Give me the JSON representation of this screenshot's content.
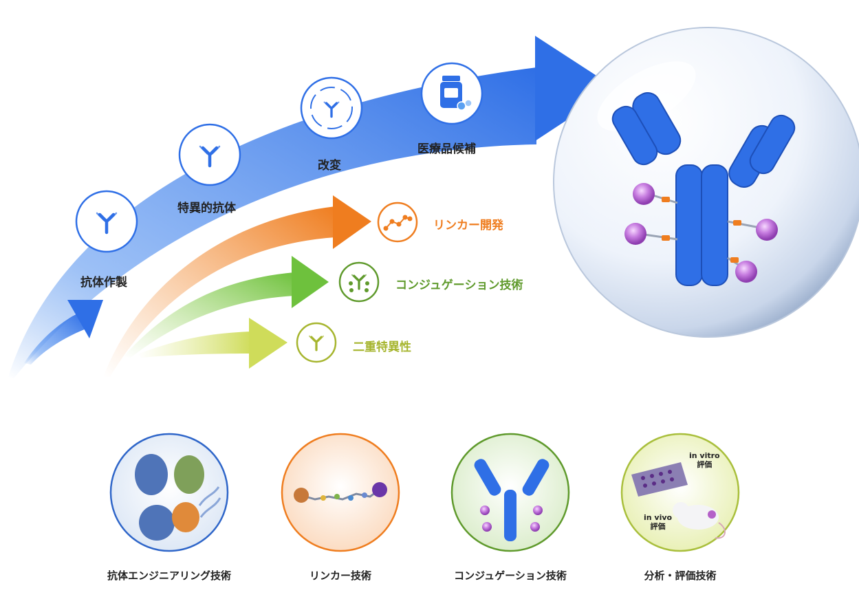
{
  "main_arrow": {
    "steps": [
      {
        "label": "抗体作製",
        "icon": "antibody-icon"
      },
      {
        "label": "特異的抗体",
        "icon": "antibody-icon"
      },
      {
        "label": "改変",
        "icon": "antibody-cycle-icon"
      },
      {
        "label": "医療品候補",
        "icon": "medicine-bottle-icon"
      }
    ],
    "color": "#2f7be8"
  },
  "branches": [
    {
      "label": "リンカー開発",
      "icon": "linker-chain-icon",
      "color": "#ef7d1f"
    },
    {
      "label": "コンジュゲーション技術",
      "icon": "conjugated-antibody-icon",
      "color": "#5f9a2c"
    },
    {
      "label": "二重特異性",
      "icon": "bispecific-antibody-icon",
      "color": "#a6b52e"
    }
  ],
  "bottom": [
    {
      "label": "抗体エンジニアリング技術",
      "color": "#2f66c9"
    },
    {
      "label": "リンカー技術",
      "color": "#ef7d1f"
    },
    {
      "label": "コンジュゲーション技術",
      "color": "#5f9a2c"
    },
    {
      "label": "分析・評価技術",
      "color": "#a9bf3c",
      "in_vitro": "in vitro",
      "in_vivo": "in vivo",
      "eval": "評価"
    }
  ]
}
